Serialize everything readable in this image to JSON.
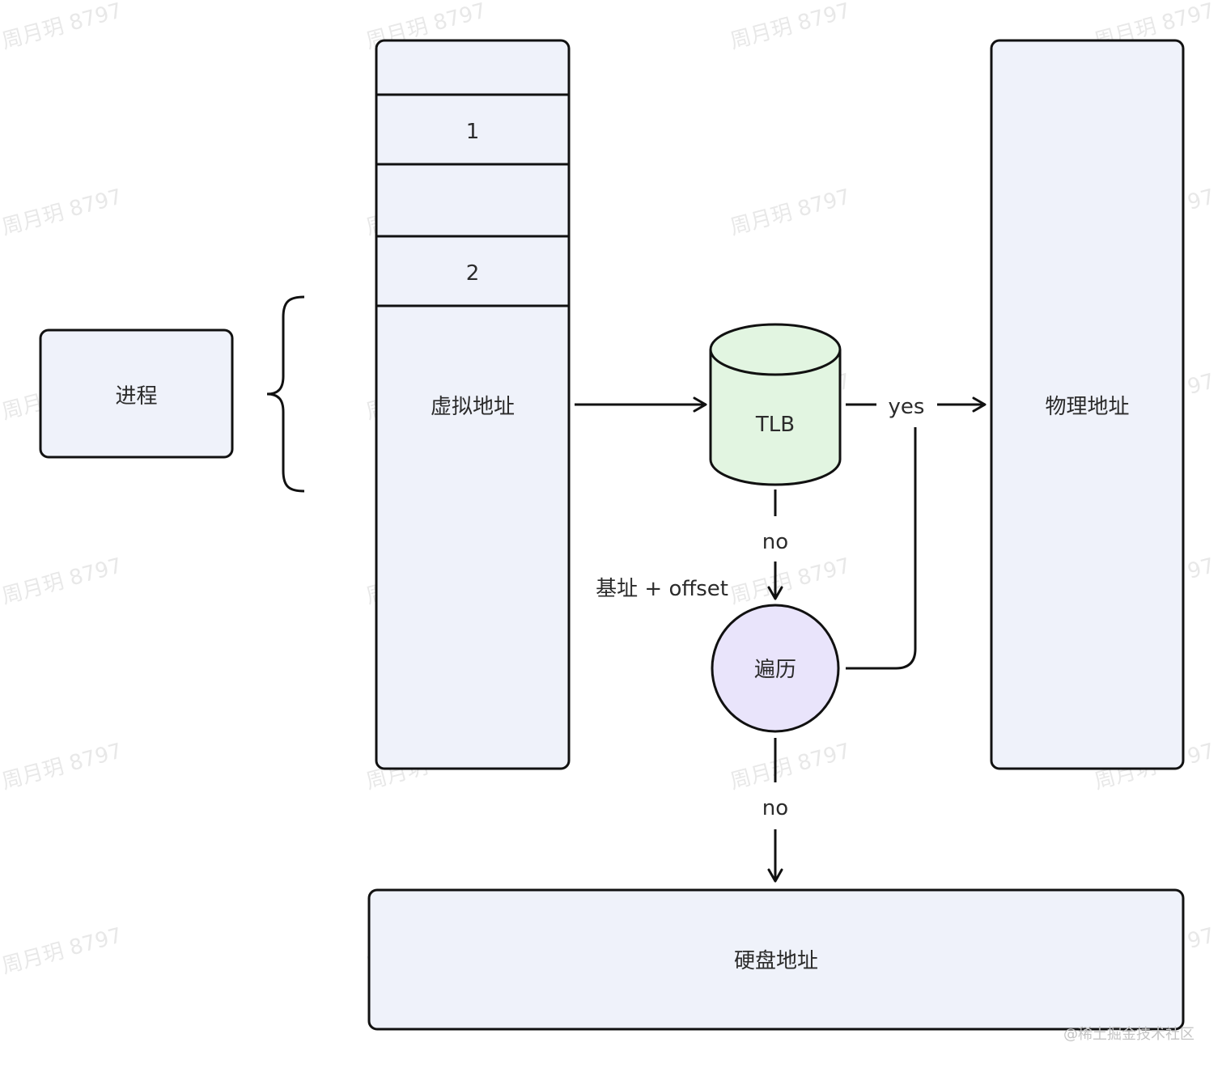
{
  "colors": {
    "box_fill": "#eff2fa",
    "cylinder_fill": "#e2f5e1",
    "circle_fill": "#e9e4fb",
    "stroke": "#111111",
    "text": "#2b2b2b",
    "watermark": "#d6d6d6"
  },
  "nodes": {
    "process": "进程",
    "virtual_address": "虚拟地址",
    "page_1": "1",
    "page_2": "2",
    "tlb": "TLB",
    "physical_address": "物理地址",
    "traverse": "遍历",
    "disk_address": "硬盘地址"
  },
  "edges": {
    "tlb_yes": "yes",
    "tlb_no": "no",
    "base_offset": "基址 + offset",
    "traverse_no": "no"
  },
  "watermark": "周月玥 8797",
  "footer": "@稀土掘金技术社区"
}
